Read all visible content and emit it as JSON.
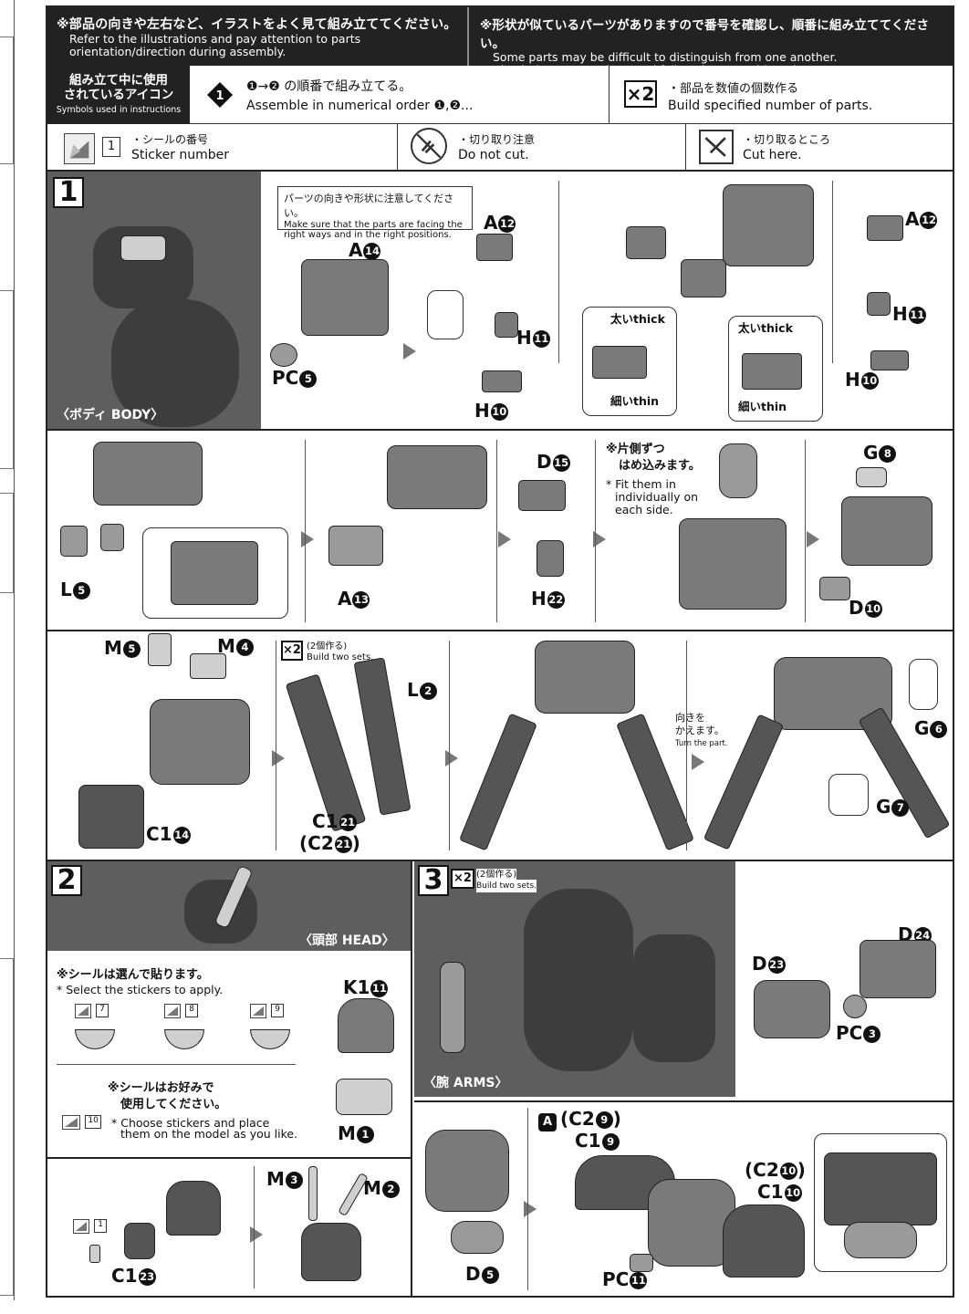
{
  "header": {
    "left_jp": "※部品の向きや左右など、イラストをよく見て組み立ててください。",
    "left_en": [
      "Refer to the illustrations and pay attention to parts",
      "orientation/direction during assembly."
    ],
    "right_jp": "※形状が似ているパーツがありますので番号を確認し、順番に組み立ててください。",
    "right_en": [
      "Some parts may be difficult to distinguish from one another.",
      "Check the part numbers and follow the assembly order."
    ]
  },
  "legend": {
    "label_jp": [
      "組み立て中に使用",
      "されているアイコン"
    ],
    "label_en": "Symbols used in instructions",
    "order_symbol": "1",
    "order_jp": "❶→❷ の順番で組み立てる。",
    "order_en": "Assemble in numerical order ❶,❷...",
    "count_symbol": "×2",
    "count_jp": "・部品を数値の個数作る",
    "count_en": "Build specified number of parts.",
    "sticker_num": "1",
    "sticker_jp": "・シールの番号",
    "sticker_en": "Sticker number",
    "nocut_jp": "・切り取り注意",
    "nocut_en": "Do not cut.",
    "cut_jp": "・切り取るところ",
    "cut_en": "Cut here."
  },
  "step1": {
    "number": "1",
    "caption": "〈ボディ BODY〉",
    "note_jp": "パーツの向きや形状に注意してください。",
    "note_en": [
      "Make sure that the parts are facing the",
      "right ways and in the right positions."
    ],
    "thick": "太いthick",
    "thin": "細いthin",
    "fit_jp": [
      "※片側ずつ",
      "はめ込みます。"
    ],
    "fit_en": [
      "* Fit them in",
      "individually on",
      "each side."
    ],
    "turn_jp": [
      "向きを",
      "かえます。"
    ],
    "turn_en": "Turn the part.",
    "build_two_jp": "(2個作る)",
    "build_two_en": "Build two sets."
  },
  "step2": {
    "number": "2",
    "caption": "〈頭部 HEAD〉",
    "select_jp": "※シールは選んで貼ります。",
    "select_en": "* Select the stickers to apply.",
    "stickers": [
      "7",
      "8",
      "9"
    ],
    "option_num": "10",
    "option_jp": [
      "※シールはお好みで",
      "使用してください。"
    ],
    "option_en": [
      "* Choose stickers and place",
      "them on the model as you like."
    ],
    "sticker_c1": "1"
  },
  "step3": {
    "number": "3",
    "caption": "〈腕 ARMS〉",
    "build_two_jp": "(2個作る)",
    "build_two_en": "Build two sets.",
    "sub_a": "A"
  },
  "parts": {
    "a14": {
      "l": "A",
      "n": "14"
    },
    "pc5": {
      "l": "PC",
      "n": "5"
    },
    "a12": {
      "l": "A",
      "n": "12"
    },
    "h11": {
      "l": "H",
      "n": "11"
    },
    "h10": {
      "l": "H",
      "n": "10"
    },
    "a12b": {
      "l": "A",
      "n": "12"
    },
    "h11b": {
      "l": "H",
      "n": "11"
    },
    "h10b": {
      "l": "H",
      "n": "10"
    },
    "l5": {
      "l": "L",
      "n": "5"
    },
    "a13": {
      "l": "A",
      "n": "13"
    },
    "d15": {
      "l": "D",
      "n": "15"
    },
    "h22": {
      "l": "H",
      "n": "22"
    },
    "g8": {
      "l": "G",
      "n": "8"
    },
    "d10": {
      "l": "D",
      "n": "10"
    },
    "m5": {
      "l": "M",
      "n": "5"
    },
    "m4": {
      "l": "M",
      "n": "4"
    },
    "c14": {
      "l": "C1",
      "n": "14"
    },
    "l2": {
      "l": "L",
      "n": "2"
    },
    "c21a": {
      "l": "C1",
      "n": "21"
    },
    "c21b": {
      "l": "(C2",
      "n": "21",
      "t": ")"
    },
    "g6": {
      "l": "G",
      "n": "6"
    },
    "g7": {
      "l": "G",
      "n": "7"
    },
    "k11": {
      "l": "K1",
      "n": "11"
    },
    "m1": {
      "l": "M",
      "n": "1"
    },
    "c23": {
      "l": "C1",
      "n": "23"
    },
    "m3": {
      "l": "M",
      "n": "3"
    },
    "m2": {
      "l": "M",
      "n": "2"
    },
    "d24": {
      "l": "D",
      "n": "24"
    },
    "d23": {
      "l": "D",
      "n": "23"
    },
    "pc3": {
      "l": "PC",
      "n": "3"
    },
    "c29": {
      "l": "(C2",
      "n": "9",
      "t": ")"
    },
    "c19": {
      "l": "C1",
      "n": "9"
    },
    "c210": {
      "l": "(C2",
      "n": "10",
      "t": ")"
    },
    "c110": {
      "l": "C1",
      "n": "10"
    },
    "d5": {
      "l": "D",
      "n": "5"
    },
    "pc11": {
      "l": "PC",
      "n": "11"
    }
  },
  "colors": {
    "dark": "#222222",
    "photo": "#5e5e5e",
    "part": "#7a7a7a"
  }
}
